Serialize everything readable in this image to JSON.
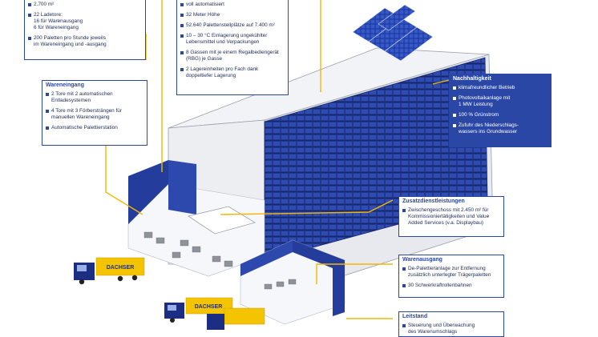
{
  "top_left": {
    "items": [
      "2.700 m²",
      "22 Ladetore:\n16 für Warenausgang\n6 für Wareneingang",
      "200 Paletten pro Stunde jeweils\nim Wareneingang und -ausgang"
    ]
  },
  "top_mid": {
    "items": [
      "voll automatisiert",
      "32 Meter Höhe",
      "52.640 Palettenstellplätze auf 7.400 m²",
      "10 – 30 °C Einlagerung ungekühlter\nLebensmittel und Verpackungen",
      "8 Gassen mit je einem Regalbediengerät\n(RBG) je Gasse",
      "2 Lagereinheiten pro Fach dank\ndoppeltiefer Lagerung"
    ]
  },
  "wareneingang": {
    "title": "Wareneingang",
    "items": [
      "2 Tore mit 2 automatischen\nEntladesystemen",
      "4 Tore mit 3 Förbersträngen für\nmanuellen Wareneingang",
      "Automatische Palettierstation"
    ]
  },
  "nachhaltigkeit": {
    "title": "Nachhaltigkeit",
    "items": [
      "klimafreundlicher Betrieb",
      "Photovoltaikanlage mit\n1 MW Leistung",
      "100 % Grünstrom",
      "Zufuhr des Niederschlags-\nwassers ins Grundwasser"
    ]
  },
  "zusatz": {
    "title": "Zusatzdienstleistungen",
    "items": [
      "Zwischengeschoss mit 2.450 m² für\nKommissioniertätigkeiten und Value\nAdded Services (v.a. Displaybau)"
    ]
  },
  "warenausgang": {
    "title": "Warenausgang",
    "items": [
      "De-Palettieranlage zur Entfernung\nzusätzlich unterlegter Trägerpaletten",
      "30 Schwerkraftrollenbahnen"
    ]
  },
  "leitstand": {
    "title": "Leitstand",
    "items": [
      "Steuerung und Überwachung\ndes Warenumschlags"
    ]
  },
  "truck_brand": "DACHSER",
  "colors": {
    "accent": "#2a47a6",
    "connector": "#f2b705",
    "rack_dark": "#1b2f86",
    "truck_yellow": "#f4c400"
  }
}
